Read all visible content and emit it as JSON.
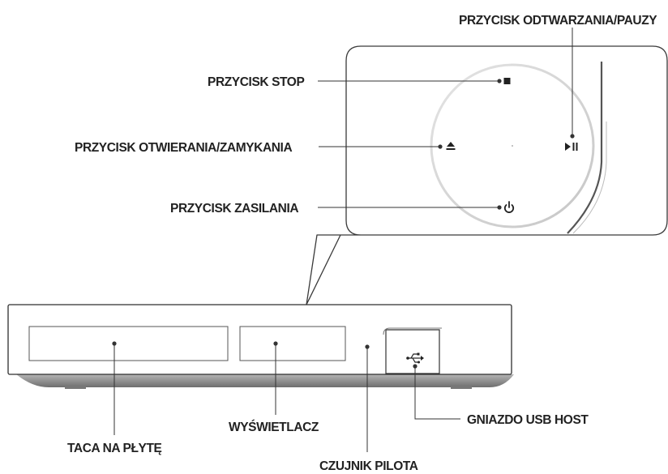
{
  "callouts": {
    "play_pause": "PRZYCISK ODTWARZANIA/PAUZY",
    "stop": "PRZYCISK STOP",
    "open_close": "PRZYCISK OTWIERANIA/ZAMYKANIA",
    "power": "PRZYCISK ZASILANIA",
    "usb": "GNIAZDO USB HOST",
    "display": "WYŚWIETLACZ",
    "disc_tray": "TACA NA PŁYTĘ",
    "remote_sensor": "CZUJNIK PILOTA"
  },
  "icons": {
    "stop": "stop-square-icon",
    "eject": "eject-icon",
    "play_pause": "play-pause-icon",
    "power": "power-icon",
    "usb": "usb-icon"
  },
  "colors": {
    "line": "#333333",
    "panel_stroke": "#3a3a3a",
    "circle_stroke": "#c9c9c9",
    "device_shadow": "#8a8a8a"
  }
}
